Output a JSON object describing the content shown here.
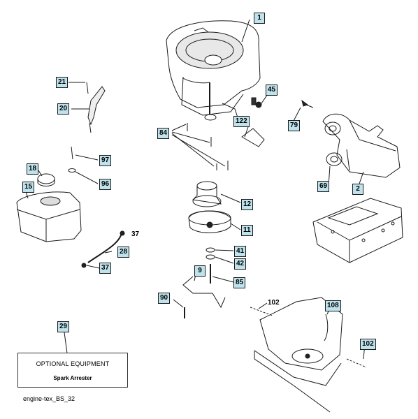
{
  "callouts": {
    "c1": "1",
    "c2": "2",
    "c9": "9",
    "c11": "11",
    "c12": "12",
    "c15": "15",
    "c18": "18",
    "c20": "20",
    "c21": "21",
    "c28": "28",
    "c29": "29",
    "c37a": "37",
    "c37b": "37",
    "c41": "41",
    "c42": "42",
    "c45": "45",
    "c69": "69",
    "c79": "79",
    "c84": "84",
    "c85": "85",
    "c90": "90",
    "c96": "96",
    "c97": "97",
    "c102a": "102",
    "c102b": "102",
    "c108": "108",
    "c122": "122"
  },
  "optional_box": {
    "title": "OPTIONAL EQUIPMENT",
    "item": "Spark Arrester"
  },
  "caption": "engine-tex_BS_32",
  "colors": {
    "callout_fill": "#bfe3ec",
    "line": "#1a1a1a"
  }
}
